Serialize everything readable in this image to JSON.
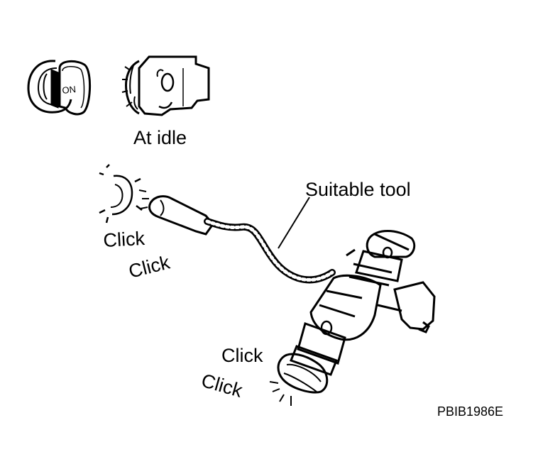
{
  "labels": {
    "key_on": "ON",
    "at_idle": "At idle",
    "suitable_tool": "Suitable tool",
    "click_tool_1": "Click",
    "click_tool_2": "Click",
    "click_injector_1": "Click",
    "click_injector_2": "Click",
    "figure_code": "PBIB1986E"
  },
  "colors": {
    "ink": "#000000",
    "paper": "#ffffff"
  },
  "icons": [
    "ignition-key-icon",
    "engine-running-icon",
    "ear-icon",
    "stethoscope-tool-icon",
    "fuel-injector-icon"
  ]
}
